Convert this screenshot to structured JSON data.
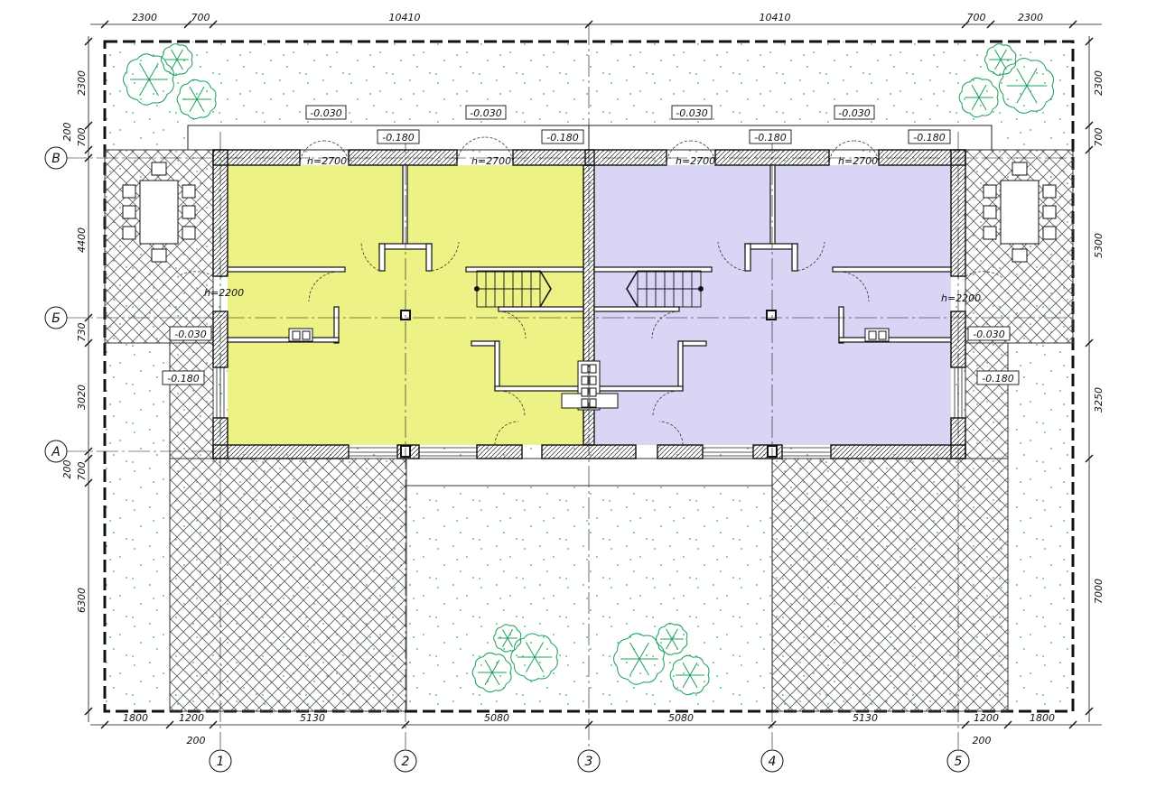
{
  "colors": {
    "unit_left": "#edf286",
    "unit_right": "#d9d5f5",
    "landscape_dots": "#2bb673",
    "trees": "#1aa05a",
    "lines": "#111111"
  },
  "dims_top": [
    "2300",
    "700",
    "10410",
    "10410",
    "700",
    "2300"
  ],
  "dims_bottom": [
    "1800",
    "1200",
    "5130",
    "5080",
    "5080",
    "5130",
    "1200",
    "1800"
  ],
  "dims_bottom_small": [
    "200",
    "200"
  ],
  "dims_left": [
    "2300",
    "200",
    "700",
    "4400",
    "730",
    "3020",
    "200",
    "700",
    "6300"
  ],
  "dims_right": [
    "2300",
    "700",
    "5300",
    "3250",
    "7000"
  ],
  "axes_vertical": [
    "1",
    "2",
    "3",
    "4",
    "5"
  ],
  "axes_horizontal": [
    "В",
    "Б",
    "А"
  ],
  "levels": {
    "porch": "-0.030",
    "ground": "-0.180"
  },
  "heights": {
    "h2700": "h=2700",
    "h2200": "h=2200"
  }
}
